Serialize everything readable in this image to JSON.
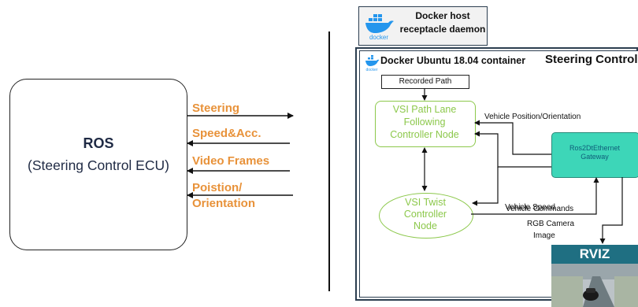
{
  "left": {
    "ros_title": "ROS",
    "ros_subtitle": "(Steering Control ECU)",
    "signals": [
      "Steering",
      "Speed&Acc.",
      "Video Frames",
      "Poistion/",
      "Orientation"
    ]
  },
  "right": {
    "docker_host": {
      "line1": "Docker host",
      "line2": "receptacle daemon",
      "logo_text": "docker"
    },
    "container": {
      "title": "Docker Ubuntu 18.04 container",
      "logo_text": "docker"
    },
    "section_title": "Steering Control",
    "recorded_path": "Recorded Path",
    "path_node": [
      "VSI Path Lane",
      "Following",
      "Controller Node"
    ],
    "twist_node": [
      "VSI Twist",
      "Controller",
      "Node"
    ],
    "gateway": [
      "Ros2DtEthernet",
      "Gateway"
    ],
    "labels": {
      "vehicle_position": "Vehicle Position/Orientation",
      "vehicle_speed": "Vehicle Speed",
      "vehicle_commands": "Vehicle Commands",
      "rgb_camera": "RGB Camera",
      "image": "Image"
    },
    "rviz": "RVIZ"
  },
  "colors": {
    "orange_label": "#e8923a",
    "node_green": "#8cc84b",
    "gateway_teal": "#3dd6b8",
    "gateway_text": "#0f5d7a",
    "rviz_bar": "#1f6f82",
    "docker_blue": "#2496ed"
  }
}
